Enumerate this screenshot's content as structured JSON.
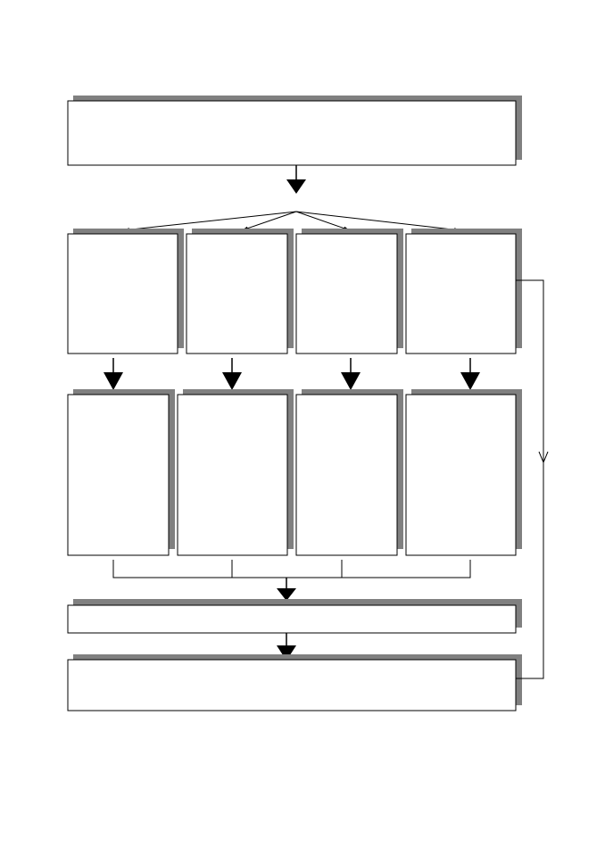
{
  "diagram": {
    "title": "",
    "colors": {
      "shadow": "#808080",
      "stroke": "#000000",
      "fill": "#ffffff"
    },
    "boxes": [
      {
        "id": "top",
        "label": ""
      },
      {
        "id": "r1c1",
        "label": ""
      },
      {
        "id": "r1c2",
        "label": ""
      },
      {
        "id": "r1c3",
        "label": ""
      },
      {
        "id": "r1c4",
        "label": ""
      },
      {
        "id": "r2c1",
        "label": ""
      },
      {
        "id": "r2c2",
        "label": ""
      },
      {
        "id": "r2c3",
        "label": ""
      },
      {
        "id": "r2c4",
        "label": ""
      },
      {
        "id": "merge",
        "label": ""
      },
      {
        "id": "bottom",
        "label": ""
      }
    ]
  }
}
